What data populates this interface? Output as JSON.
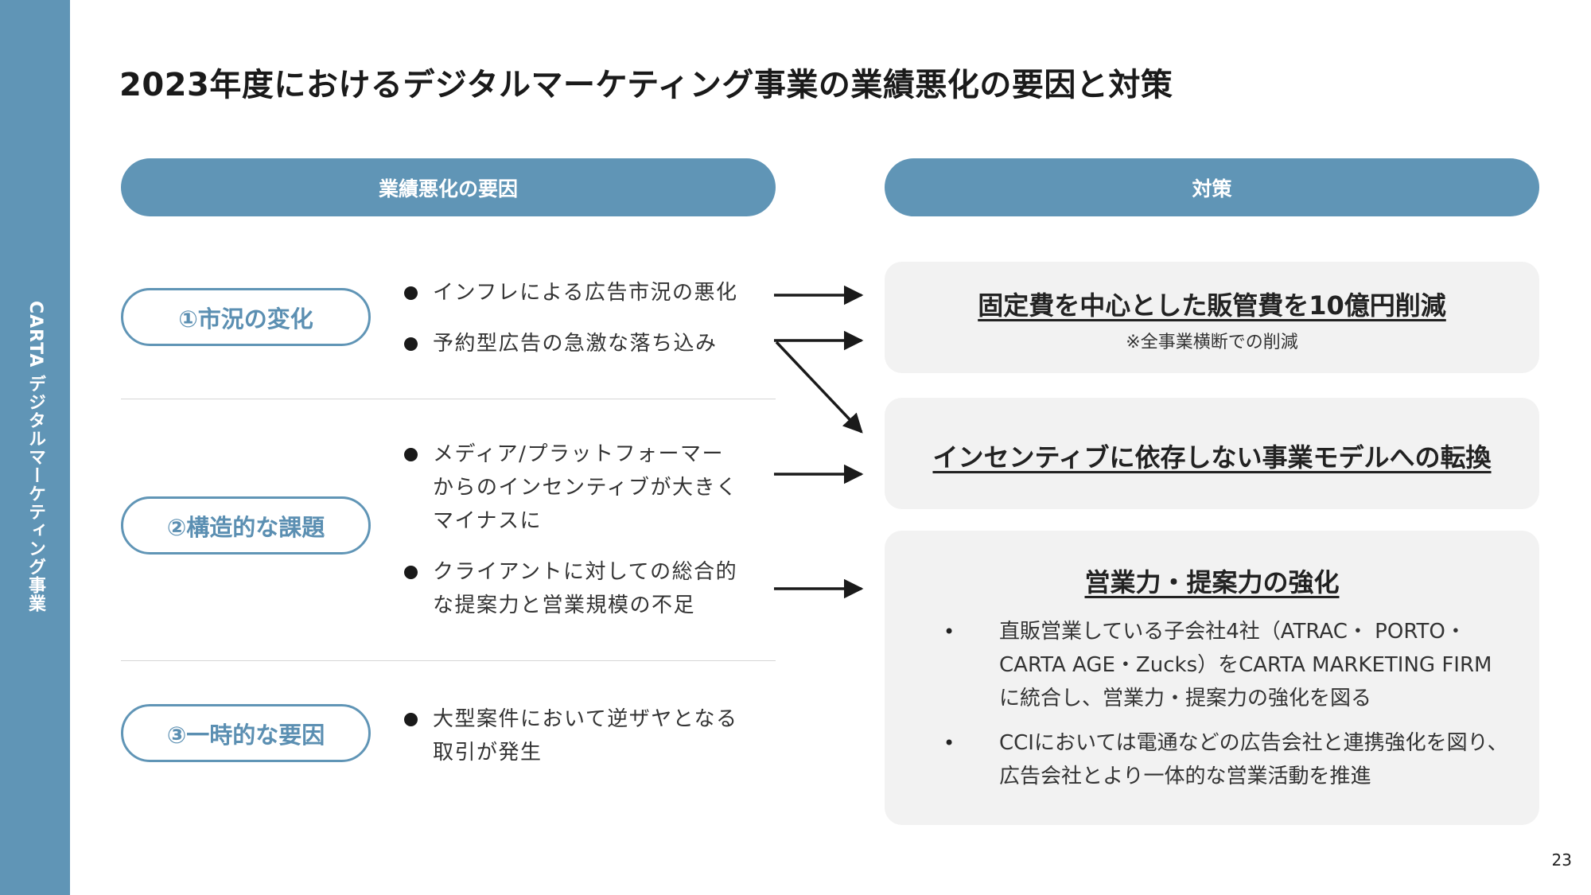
{
  "sidebar": {
    "label": "CARTA デジタルマーケティング事業"
  },
  "title": "2023年度におけるデジタルマーケティング事業の業績悪化の要因と対策",
  "headers": {
    "causes": "業績悪化の要因",
    "measures": "対策"
  },
  "causes": [
    {
      "label": "①市況の変化",
      "bullets": [
        "インフレによる広告市況の悪化",
        "予約型広告の急激な落ち込み"
      ]
    },
    {
      "label": "②構造的な課題",
      "bullets": [
        "メディア/プラットフォーマーからのインセンティブが大きくマイナスに",
        "クライアントに対しての総合的な提案力と営業規模の不足"
      ]
    },
    {
      "label": "③一時的な要因",
      "bullets": [
        "大型案件において逆ザヤとなる取引が発生"
      ]
    }
  ],
  "measures": [
    {
      "title": "固定費を中心とした販管費を10億円削減",
      "note": "※全事業横断での削減"
    },
    {
      "title": "インセンティブに依存しない事業モデルへの転換"
    },
    {
      "title": "営業力・提案力の強化",
      "bullets": [
        "直販営業している子会社4社（ATRAC・ PORTO・CARTA AGE・Zucks）をCARTA MARKETING FIRMに統合し、営業力・提案力の強化を図る",
        "CCIにおいては電通などの広告会社と連携強化を図り、広告会社とより一体的な営業活動を推進"
      ]
    }
  ],
  "page_number": "23",
  "colors": {
    "accent": "#6095b6",
    "box_bg": "#f2f2f2",
    "arrow": "#1a1a1a"
  }
}
